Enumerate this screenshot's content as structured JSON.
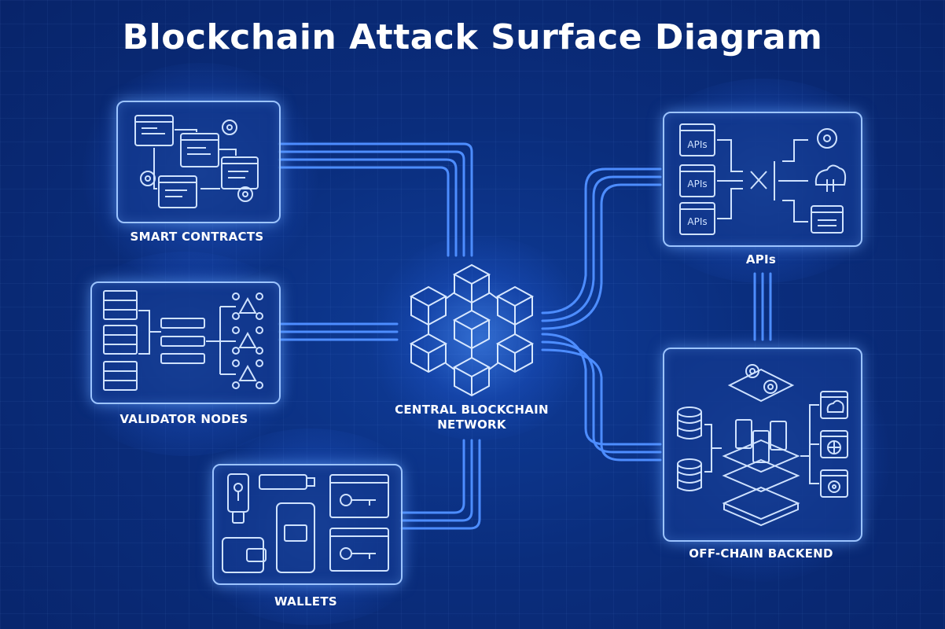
{
  "title": "Blockchain Attack Surface Diagram",
  "nodes": {
    "smart_contracts": "SMART CONTRACTS",
    "validator_nodes": "VALIDATOR NODES",
    "wallets": "WALLETS",
    "central": [
      "CENTRAL BLOCKCHAIN",
      "NETWORK"
    ],
    "apis": "APIs",
    "offchain": "OFF-CHAIN BACKEND"
  },
  "api_boxes": [
    "APIs",
    "APIs",
    "APIs"
  ],
  "colors": {
    "background": "#0a2d7c",
    "line": "#4d8dff",
    "panel_border": "#9cc4ff",
    "icon": "#cfe2ff"
  }
}
